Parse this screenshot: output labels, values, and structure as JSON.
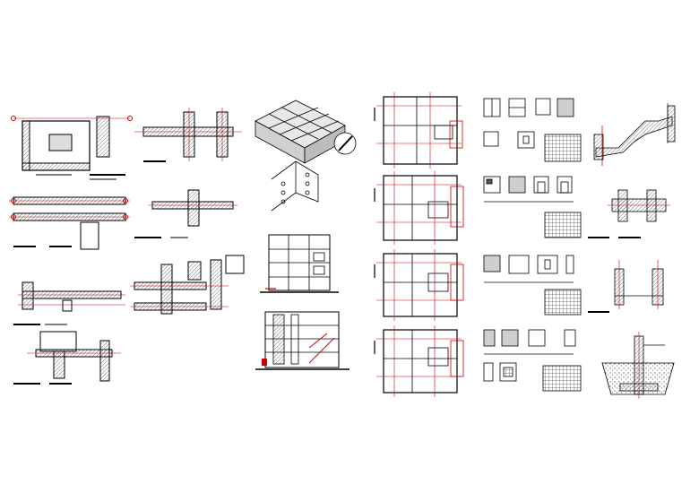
{
  "sheet": {
    "background": "#ffffff",
    "colors": {
      "line": "#000000",
      "grid": "#cc0000",
      "hatch": "#555555",
      "panel": "#cfcfcf"
    }
  },
  "groups": [
    {
      "id": "column-wall-joint-details",
      "kind": "reinforcement-details",
      "count": 10
    },
    {
      "id": "axonometric-and-elevation",
      "kind": "3d-view-and-elevations",
      "count": 3
    },
    {
      "id": "section-views",
      "kind": "building-sections",
      "count": 2
    },
    {
      "id": "floor-plans",
      "kind": "floor-plans-with-red-axis-grid",
      "count": 4
    },
    {
      "id": "panel-and-opening-details",
      "kind": "wall-panels-and-rebar-grids",
      "count": 4
    },
    {
      "id": "stair-and-foundation-details",
      "kind": "stair-and-footing-sections",
      "count": 4
    }
  ]
}
